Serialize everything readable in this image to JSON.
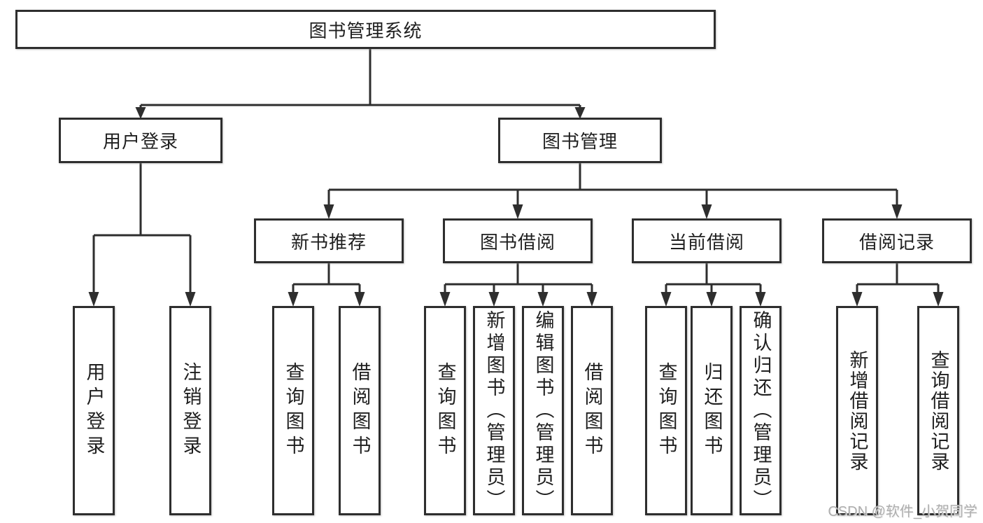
{
  "tree": {
    "label": "图书管理系统",
    "children": [
      {
        "label": "用户登录",
        "children": [
          {
            "label": "用户登录"
          },
          {
            "label": "注销登录"
          }
        ]
      },
      {
        "label": "图书管理",
        "children": [
          {
            "label": "新书推荐",
            "children": [
              {
                "label": "查询图书"
              },
              {
                "label": "借阅图书"
              }
            ]
          },
          {
            "label": "图书借阅",
            "children": [
              {
                "label": "查询图书"
              },
              {
                "label": "新增图书（管理员）"
              },
              {
                "label": "编辑图书（管理员）"
              },
              {
                "label": "借阅图书"
              }
            ]
          },
          {
            "label": "当前借阅",
            "children": [
              {
                "label": "查询图书"
              },
              {
                "label": "归还图书"
              },
              {
                "label": "确认归还（管理员）"
              }
            ]
          },
          {
            "label": "借阅记录",
            "children": [
              {
                "label": "新增借阅记录"
              },
              {
                "label": "查询借阅记录"
              }
            ]
          }
        ]
      }
    ]
  },
  "watermark": {
    "text": "CSDN @软件_小贺同学"
  },
  "colors": {
    "line": "#2e2e2e",
    "text": "#1f1f1f",
    "background": "#ffffff",
    "watermark": "#aeaeae"
  }
}
